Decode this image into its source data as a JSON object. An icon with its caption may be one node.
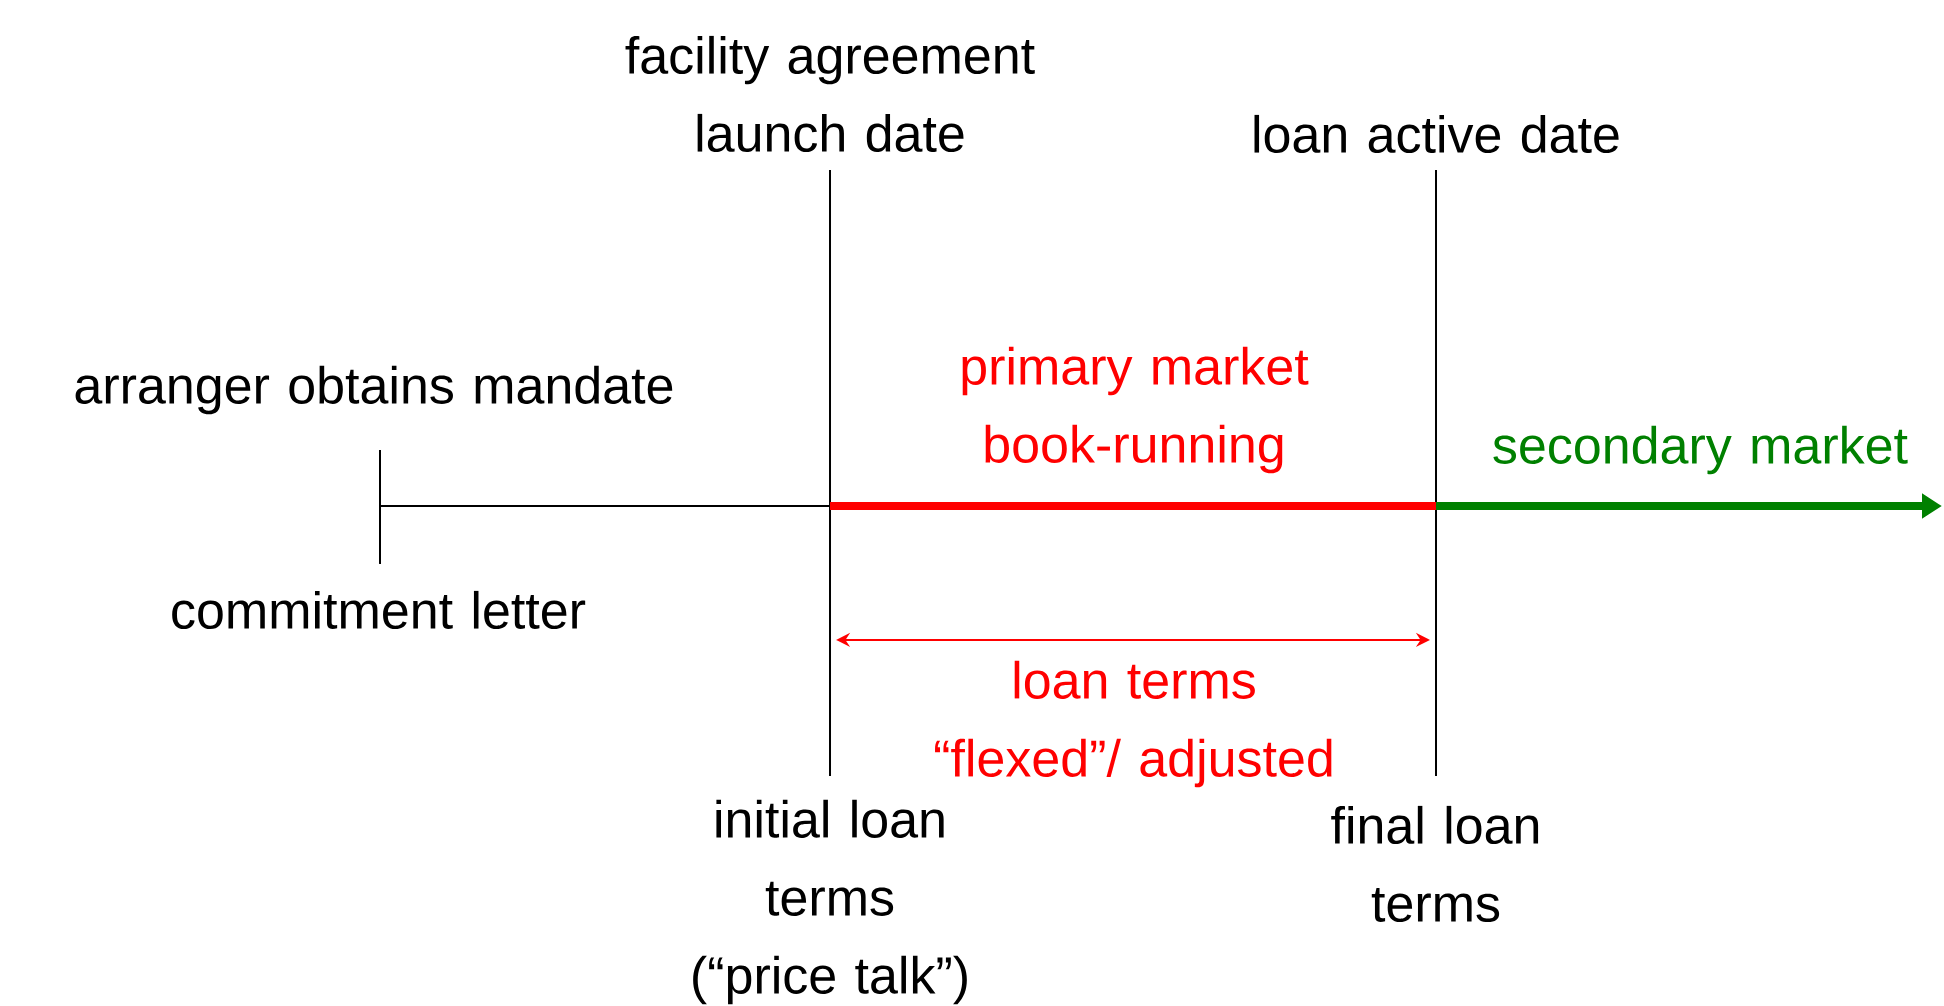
{
  "diagram": {
    "labels": [
      "facility agreement launch date",
      "loan active date",
      "arranger obtains mandate",
      "primary market book-running",
      "secondary market",
      "commitment letter",
      "loan terms “flexed”/ adjusted",
      "initial loan terms (“price talk”)",
      "final loan terms"
    ]
  }
}
